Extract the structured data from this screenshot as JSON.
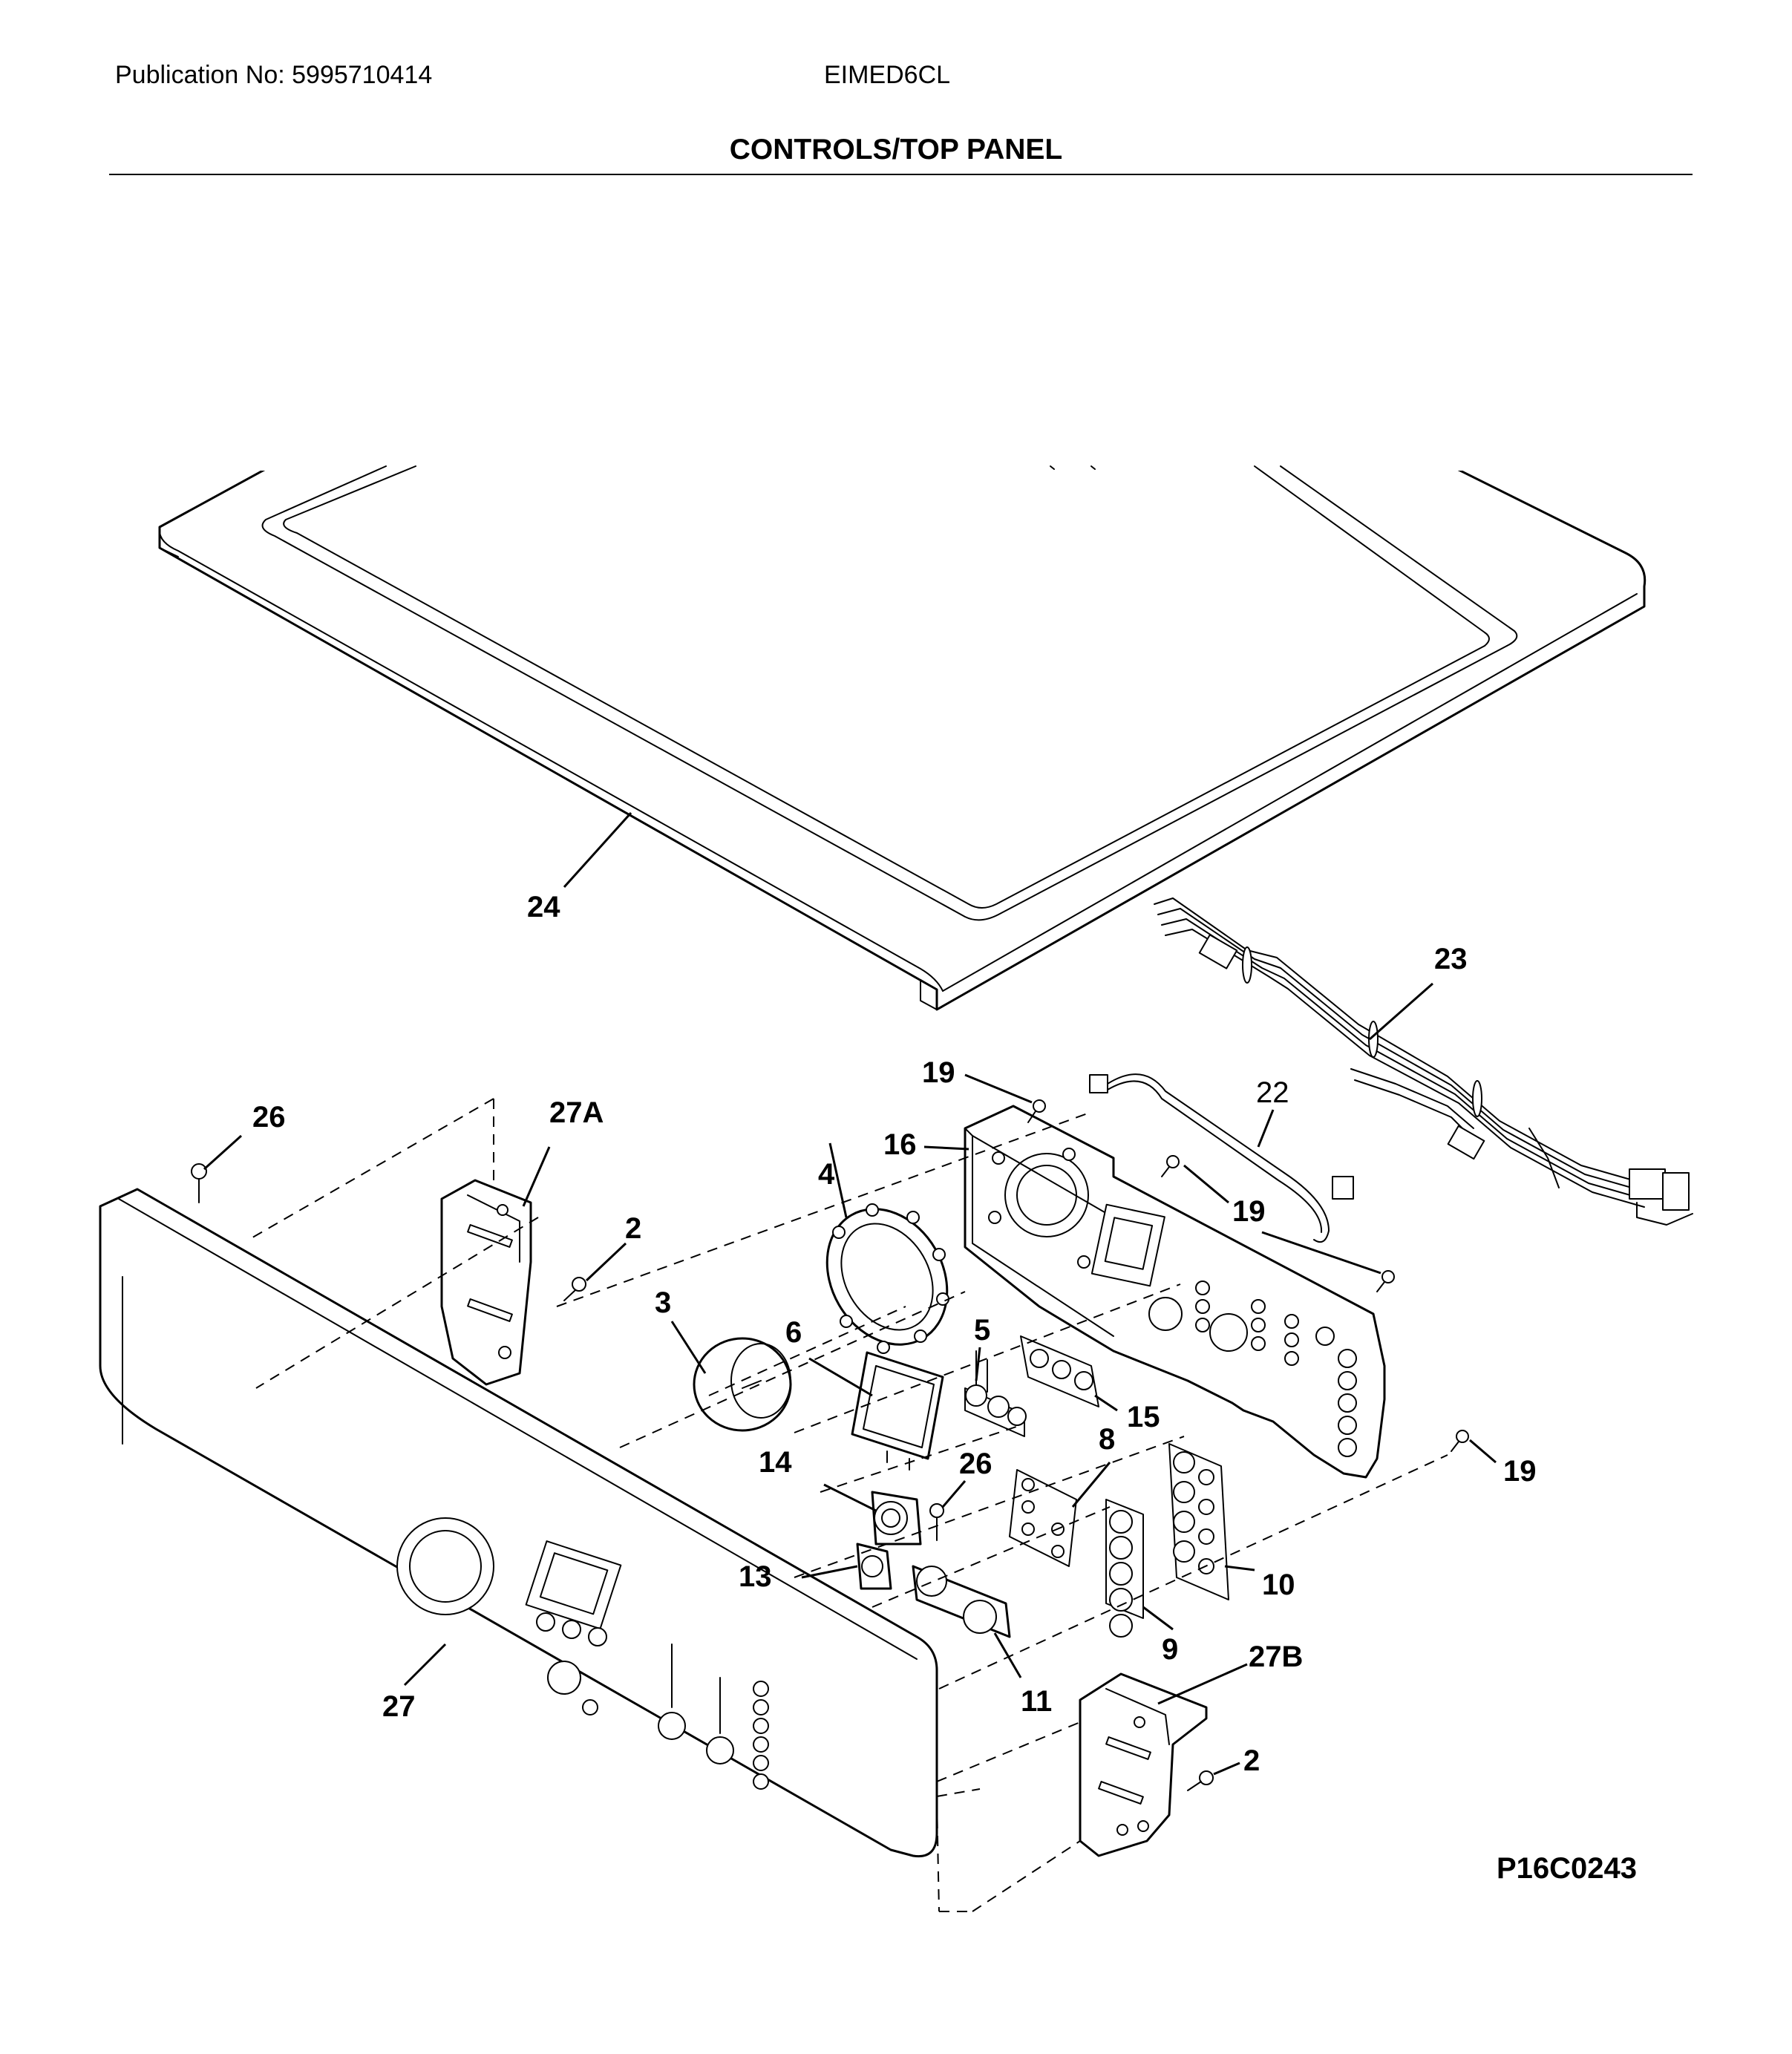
{
  "header": {
    "publication": "Publication No: 5995710414",
    "model": "EIMED6CL",
    "section_title": "CONTROLS/TOP PANEL"
  },
  "diagram": {
    "drawing_code": "P16C0243",
    "callouts": {
      "c24": "24",
      "c23": "23",
      "c22": "22",
      "c19a": "19",
      "c19b": "19",
      "c19c": "19",
      "c16": "16",
      "c26a": "26",
      "c27a": "27A",
      "c2a": "2",
      "c3": "3",
      "c4": "4",
      "c5": "5",
      "c6": "6",
      "c15": "15",
      "c8": "8",
      "c14": "14",
      "c26b": "26",
      "c13": "13",
      "c10": "10",
      "c9": "9",
      "c11": "11",
      "c27b": "27B",
      "c2b": "2",
      "c27": "27"
    }
  }
}
